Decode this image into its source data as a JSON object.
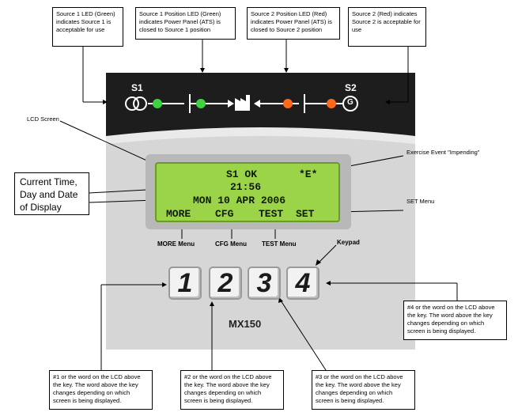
{
  "callouts": {
    "source1_led": "Source 1 LED (Green) indicates Source 1 is acceptable for use",
    "source1_position": "Source 1 Position LED (Green) indicates Power Panel (ATS) is closed to Source 1 position",
    "source2_position": "Source 2 Position LED (Red) indicates Power Panel (ATS) is closed to Source 2 position",
    "source2_led": "Source 2 (Red) indicates Source 2 is acceptable for use",
    "lcd_screen": "LCD Screen",
    "current_time": "Current Time, Day and Date of Display",
    "exercise_event": "Exercise Event \"Impending\"",
    "set_menu": "SET Menu",
    "more_menu": "MORE Menu",
    "cfg_menu": "CFG Menu",
    "test_menu": "TEST Menu",
    "keypad": "Keypad",
    "key4_note": "#4 or the word on the LCD above the key. The word above the key changes depending on which screen is being displayed.",
    "key1_note": "#1 or the word on the LCD above the key. The word above the key changes depending on which screen is being displayed.",
    "key2_note": "#2 or the word on the LCD above the key. The word above the key changes depending on which screen is being displayed.",
    "key3_note": "#3 or the word on the LCD above the key. The word above the key changes depending on which screen is being displayed."
  },
  "panel": {
    "s1_label": "S1",
    "s2_label": "S2",
    "generator_symbol": "G",
    "model": "MX150",
    "led_colors": {
      "source1": "#3fd23f",
      "position1": "#3fd23f",
      "position2": "#ff6a1a",
      "source2": "#ff6a1a"
    }
  },
  "lcd": {
    "line1_left": "S1 OK",
    "line1_right": "*E*",
    "line2": "21:56",
    "line3": "MON 10 APR 2006",
    "menu": [
      "MORE",
      "CFG",
      "TEST",
      "SET"
    ]
  },
  "keys": [
    "1",
    "2",
    "3",
    "4"
  ]
}
